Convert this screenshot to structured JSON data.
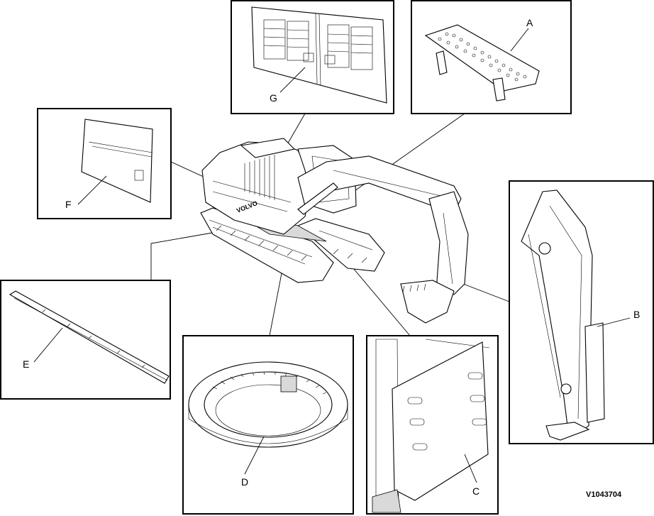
{
  "labels": {
    "a": "A",
    "b": "B",
    "c": "C",
    "d": "D",
    "e": "E",
    "f": "F",
    "g": "G"
  },
  "figure_code": "V1043704"
}
